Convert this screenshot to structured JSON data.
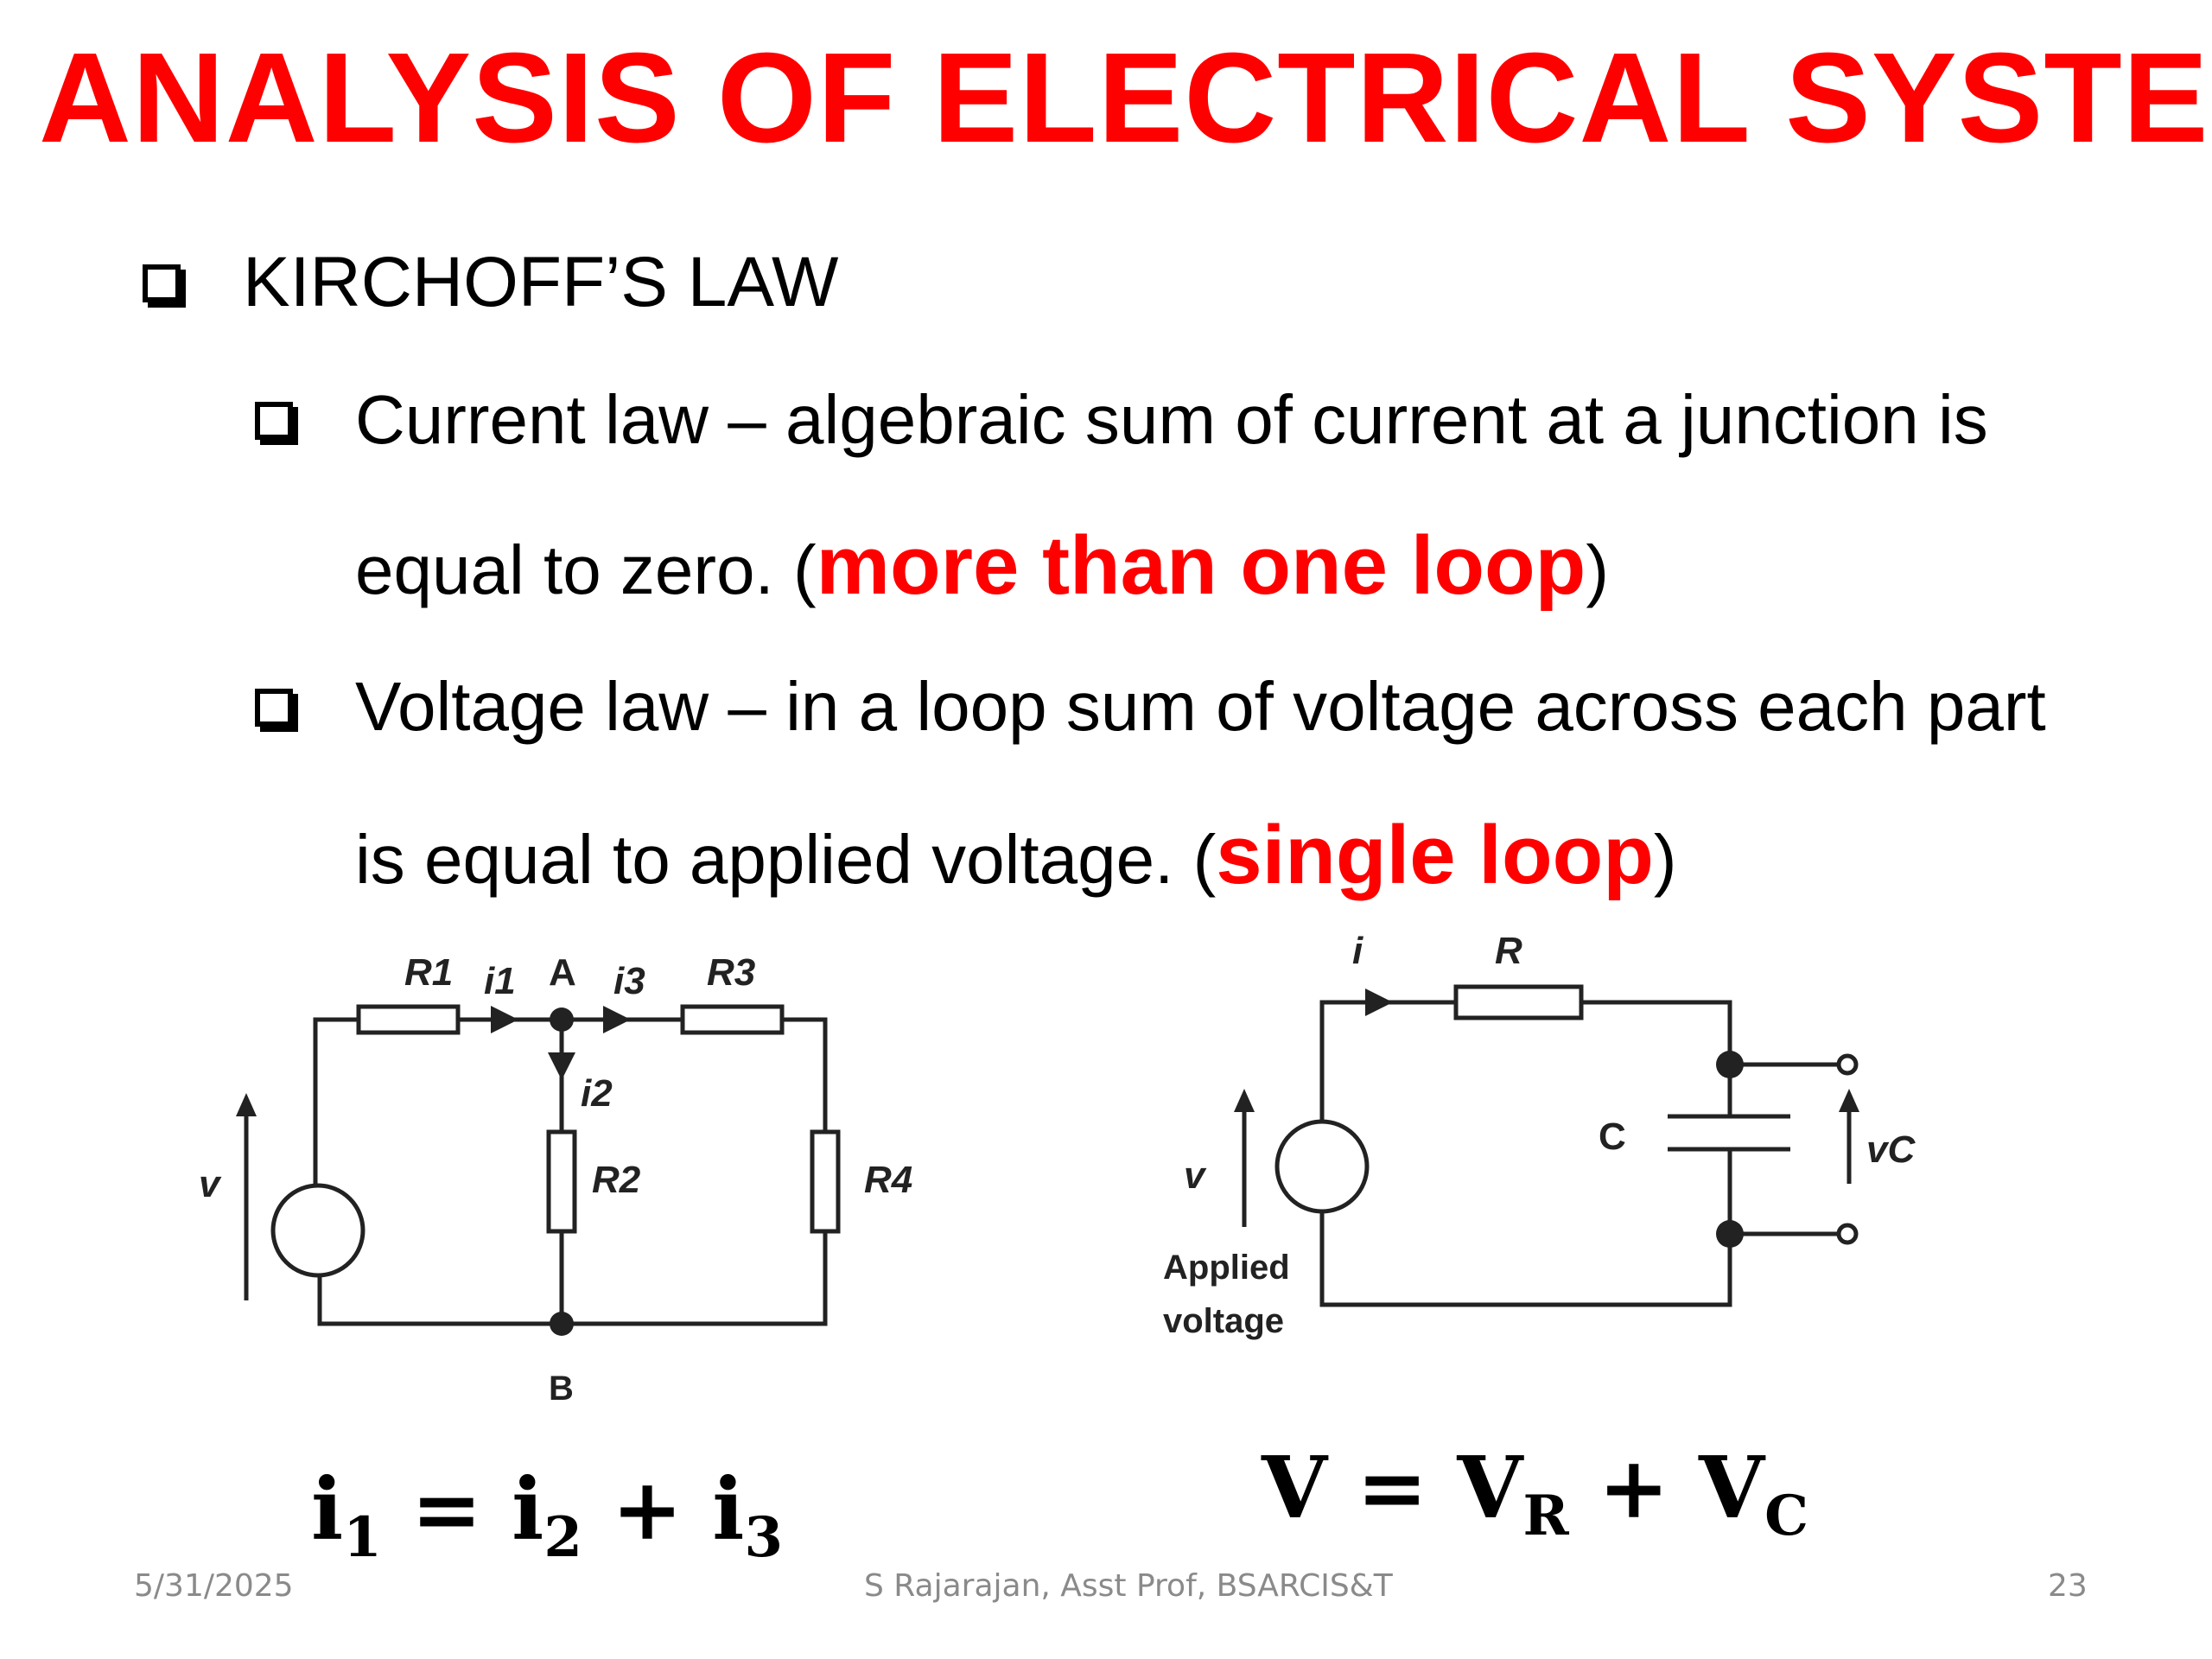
{
  "title": "ANALYSIS OF ELECTRICAL SYSTEM",
  "bullets": {
    "main": "KIRCHOFF’S LAW",
    "current": {
      "line1": "Current law – algebraic sum of current at a junction is",
      "line2_prefix": "equal to zero. (",
      "highlight": "more than one loop",
      "line2_suffix": ")"
    },
    "voltage": {
      "line1": "Voltage law – in a loop sum of voltage across each part",
      "line2_prefix": "is equal to applied voltage. (",
      "highlight": "single loop",
      "line2_suffix": ")"
    }
  },
  "circuit1": {
    "labels": {
      "r1": "R1",
      "r2": "R2",
      "r3": "R3",
      "r4": "R4",
      "i1": "i1",
      "i2": "i2",
      "i3": "i3",
      "node_a": "A",
      "node_b": "B",
      "v": "v"
    }
  },
  "circuit2": {
    "labels": {
      "r": "R",
      "c": "C",
      "i": "i",
      "v": "v",
      "vc": "vC",
      "applied_1": "Applied",
      "applied_2": "voltage"
    }
  },
  "equations": {
    "kcl": {
      "lhs": "i",
      "lhs_sub": "1",
      "eq": "=",
      "t1": "i",
      "t1_sub": "2",
      "plus": "+",
      "t2": "i",
      "t2_sub": "3"
    },
    "kvl": {
      "lhs": "V",
      "eq": "=",
      "t1": "V",
      "t1_sub": "R",
      "plus": "+",
      "t2": "V",
      "t2_sub": "C"
    }
  },
  "footer": {
    "date": "5/31/2025",
    "author": "S Rajarajan, Asst Prof, BSARCIS&T",
    "page": "23"
  },
  "colors": {
    "accent": "#ff0000",
    "footer": "#8a8a8a"
  }
}
